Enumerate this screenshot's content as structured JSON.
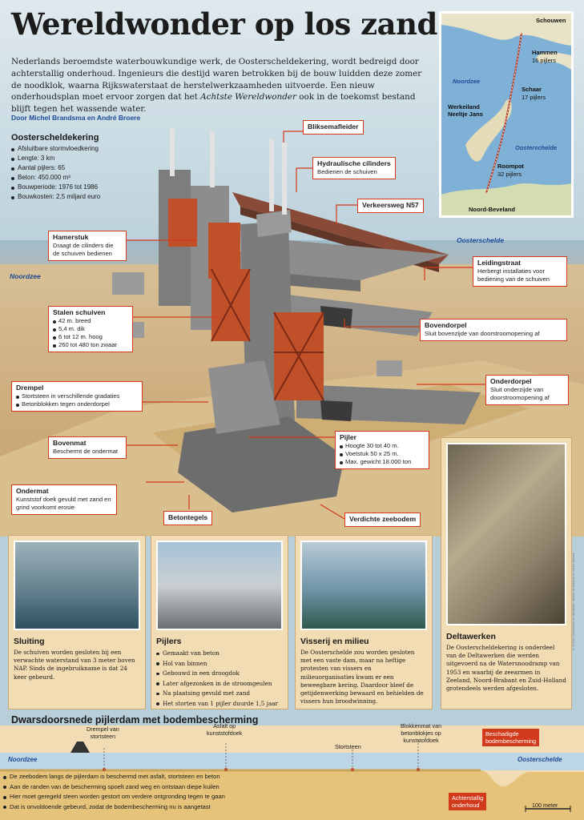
{
  "title": "Wereldwonder op los zand",
  "intro_parts": {
    "before": "Nederlands beroemdste waterbouwkundige werk, de Oosterscheldekering, wordt bedreigd door achterstallig onderhoud. Ingenieurs die destijd waren betrokken bij de bouw luidden deze zomer de noodklok, waarna Rijkswaterstaat de herstelwerkzaamheden uitvoerde. Een nieuw onderhoudsplan moet ervoor zorgen dat het ",
    "italic": "Achtste Wereldwonder",
    "after": " ook in de toekomst bestand blijft tegen het wassende water."
  },
  "byline": "Door Michel Brandsma en André Broere",
  "specs": {
    "title": "Oosterscheldekering",
    "items": [
      "Afsluitbare stormvloedkering",
      "Lengte: 3 km",
      "Aantal pijlers: 65",
      "Beton: 450.000 m³",
      "Bouwperiode: 1976 tot 1986",
      "Bouwkosten: 2,5 miljard euro"
    ]
  },
  "map": {
    "schouwen": "Schouwen",
    "hammen": "Hammen",
    "hammen_pijlers": "16 pijlers",
    "noordzee": "Noordzee",
    "schaar": "Schaar",
    "schaar_pijlers": "17 pijlers",
    "werkeiland": "Werkeiland",
    "neeltje_jans": "Neeltje Jans",
    "oosterschelde": "Oosterschelde",
    "roompot": "Roompot",
    "roompot_pijlers": "32 pijlers",
    "noord_beveland": "Noord-Beveland"
  },
  "sea_labels": {
    "oosterschelde": "Oosterschelde",
    "noordzee": "Noordzee"
  },
  "labels": {
    "bliksemafleider": {
      "title": "Bliksemafleider"
    },
    "hydraulische": {
      "title": "Hydraulische cilinders",
      "text": "Bedienen de schuiven"
    },
    "verkeersweg": {
      "title": "Verkeersweg N57"
    },
    "hamerstuk": {
      "title": "Hamerstuk",
      "text": "Draagt de cilinders die de schuiven bedienen"
    },
    "leidingstraat": {
      "title": "Leidingstraat",
      "text": "Herbergt installaties voor bediening van de schuiven"
    },
    "stalen": {
      "title": "Stalen schuiven",
      "items": [
        "42 m. breed",
        "5,4 m. dik",
        "6 tot 12 m. hoog",
        "260 tot 480 ton zwaar"
      ]
    },
    "bovendorpel": {
      "title": "Bovendorpel",
      "text": "Sluit bovenzijde van doorstroomopening af"
    },
    "drempel": {
      "title": "Drempel",
      "items": [
        "Stortsteen in verschillende gradaties",
        "Betonblokken tegen onderdorpel"
      ]
    },
    "onderdorpel": {
      "title": "Onderdorpel",
      "text": "Sluit onderzijde van doorstroomopening af"
    },
    "bovenmat": {
      "title": "Bovenmat",
      "text": "Beschermt de ondermat"
    },
    "pijler": {
      "title": "Pijler",
      "items": [
        "Hoogte 30 tot 40 m.",
        "Voetstuk 50 x 25 m.",
        "Max. gewicht 18.000 ton"
      ]
    },
    "ondermat": {
      "title": "Ondermat",
      "text": "Kunststof doek gevuld met zand en grind voorkomt erosie"
    },
    "betontegels": {
      "title": "Betontegels"
    },
    "verdichte": {
      "title": "Verdichte zeebodem"
    }
  },
  "cards": {
    "sluiting": {
      "title": "Sluiting",
      "text": "De schuiven worden gesloten bij een verwachte waterstand van 3 meter boven NAP. Sinds de ingebruikname is dat 24 keer gebeurd."
    },
    "pijlers": {
      "title": "Pijlers",
      "items": [
        "Gemaakt van beton",
        "Hol van binnen",
        "Gebouwd in een droogdok",
        "Later afgezonken in de stroomgeulen",
        "Na plaatsing gevuld met zand",
        "Het storten van 1 pijler duurde 1,5 jaar"
      ]
    },
    "visserij": {
      "title": "Visserij en milieu",
      "text": "De Oosterschelde zou worden gesloten met een vaste dam, maar na heftige protesten van vissers en milieuorganisaties kwam er een beweegbare kering. Daardoor bleef de getijdenwerking bewaard en behielden de vissers hun broodwinning."
    },
    "deltawerken": {
      "title": "Deltawerken",
      "text": "De Oosterscheldekering is onderdeel van de Deltawerken die werden uitgevoerd na de Watersnoodramp van 1953 en waarbij de zeearmen in Zeeland, Noord-Brabant en Zuid-Holland grotendeels werden afgesloten."
    }
  },
  "credit": "© DVHN | Research en illustratie: Michel Brandsma en André Broere",
  "section": {
    "title": "Dwarsdoorsnede pijlerdam met bodembescherming",
    "drempel": "Drempel van\nstortsteen",
    "asfalt": "Asfalt op\nkunststofdoek",
    "stortsteen": "Stortsteen",
    "blokkenmat": "Blokkenmat van\nbetonblokjes op\nkunststofdoek",
    "beschadigde": "Beschadigde\nbodembescherming",
    "noordzee": "Noordzee",
    "oosterschelde": "Oosterschelde",
    "achterstallig": "Achterstallig\nonderhoud",
    "scale": "100 meter"
  },
  "bottom_items": [
    "De zeebodem langs de pijlerdam is beschermd met asfalt, stortsteen en beton",
    "Aan de randen van de bescherming spoelt zand weg en ontstaan diepe kuilen",
    "Hier moet geregeld steen worden gestort om verdere ontgronding tegen te gaan",
    "Dat is onvoldoende gebeurd, zodat de bodembescherming nu is aangetast"
  ],
  "colors": {
    "accent_red": "#d23a1c",
    "brand_blue": "#1f4a95",
    "card_bg": "#f2dcb3",
    "steel_orange": "#c0502a"
  }
}
